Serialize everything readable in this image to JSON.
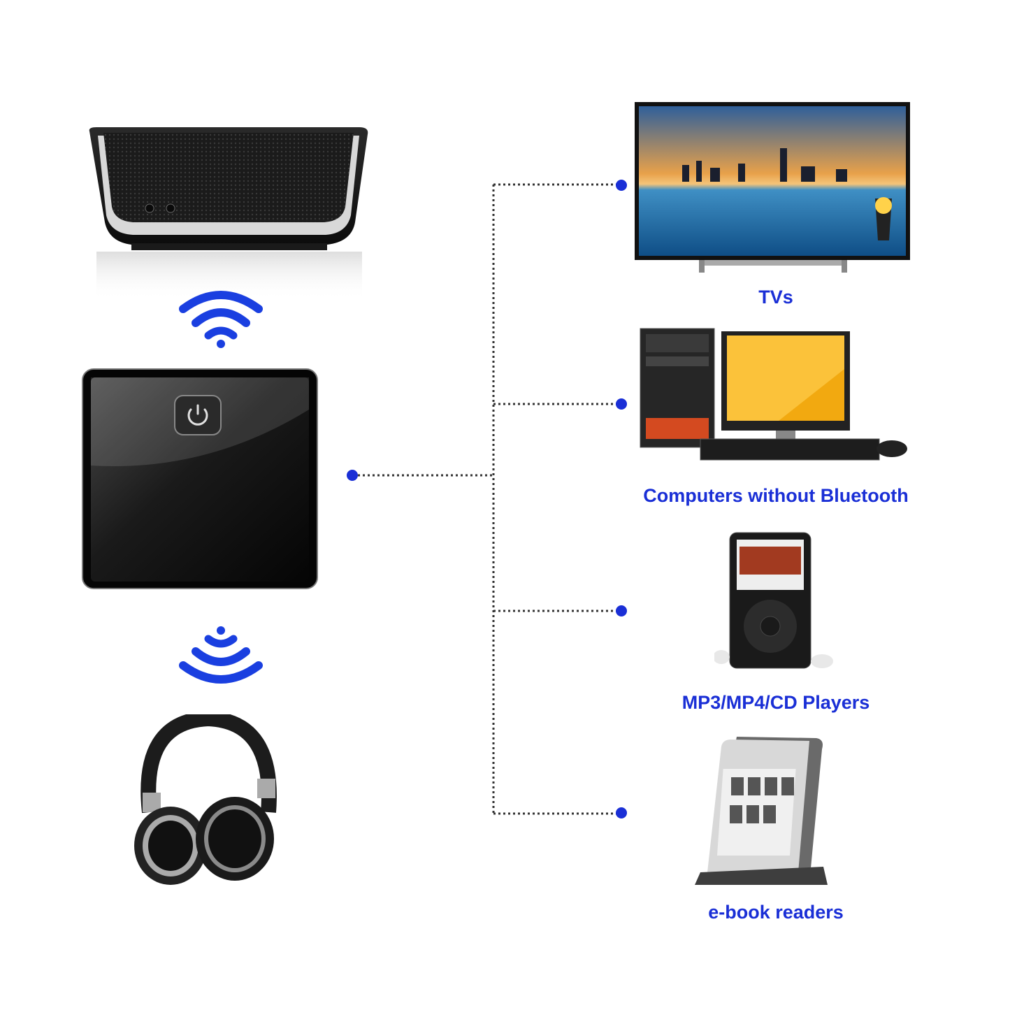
{
  "accent_color": "#1a2fd6",
  "left_devices": [
    {
      "name": "bluetooth-speaker"
    },
    {
      "name": "bluetooth-transmitter"
    },
    {
      "name": "headphones"
    }
  ],
  "targets": [
    {
      "id": "tv",
      "label": "TVs"
    },
    {
      "id": "computer",
      "label": "Computers without Bluetooth"
    },
    {
      "id": "mp3",
      "label": "MP3/MP4/CD Players"
    },
    {
      "id": "ebook",
      "label": "e-book readers"
    }
  ]
}
